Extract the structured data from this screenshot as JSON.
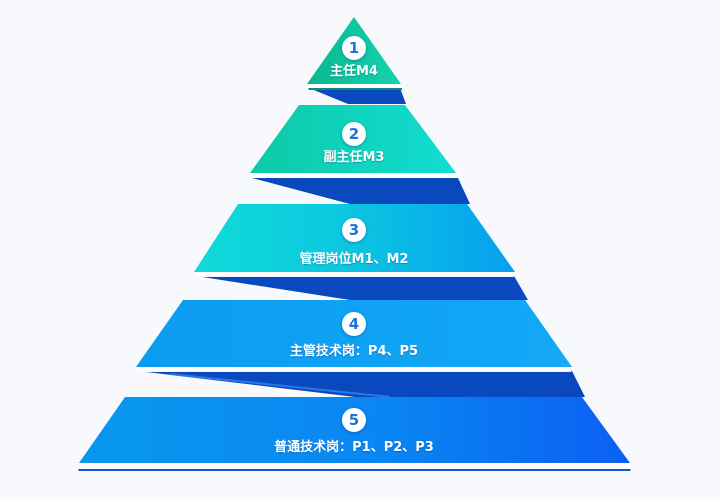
{
  "tiers": [
    {
      "number": "1",
      "label": "主任M4"
    },
    {
      "number": "2",
      "label": "副主任M3"
    },
    {
      "number": "3",
      "label": "管理岗位M1、M2"
    },
    {
      "number": "4",
      "label": "主管技术岗：P4、P5"
    },
    {
      "number": "5",
      "label": "普通技术岗：P1、P2、P3"
    }
  ],
  "colors": {
    "background": "#f7f9fc",
    "tier1": [
      "#0ab88f",
      "#13d3b0"
    ],
    "tier2": [
      "#0ccaa6",
      "#12dcd2"
    ],
    "tier3": [
      "#0fd8d6",
      "#069ff0"
    ],
    "tier4": [
      "#0a9cf0",
      "#13a6f7"
    ],
    "tier5": [
      "#0794ee",
      "#0b5ff3"
    ],
    "connector": "#0a49bd",
    "badge_text": "#1e73e0"
  }
}
